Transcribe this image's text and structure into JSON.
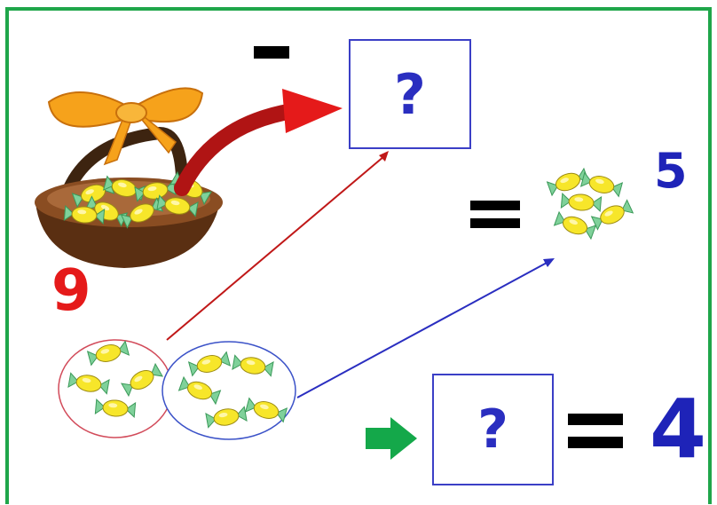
{
  "problem": {
    "total": "9",
    "minus": "-",
    "unknown_top": "?",
    "part_result": "5",
    "unknown_bottom": "?",
    "equals": "=",
    "answer": "4"
  },
  "colors": {
    "frame": "#1fa64a",
    "box_border": "#3b3fc6",
    "red": "#e51a1a",
    "blue": "#1e23b8",
    "green_arrow": "#14a84a",
    "candy_yellow": "#f7e62a",
    "candy_green": "#7fd19a"
  },
  "icons": {
    "basket": "basket-with-candies-icon",
    "candy_pile": "candy-pile-icon",
    "right_arrow": "green-right-arrow-icon"
  }
}
